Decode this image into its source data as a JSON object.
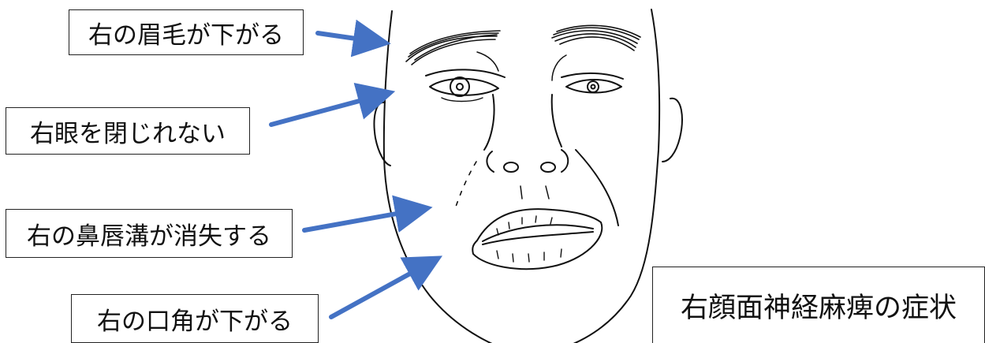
{
  "labels": {
    "eyebrow": "右の眉毛が下がる",
    "eye": "右眼を閉じれない",
    "nasolabial": "右の鼻唇溝が消失する",
    "mouth_corner": "右の口角が下がる"
  },
  "title": "右顔面神経麻痺の症状",
  "colors": {
    "arrow": "#4472c4",
    "line": "#111111",
    "box_border": "#222222"
  }
}
